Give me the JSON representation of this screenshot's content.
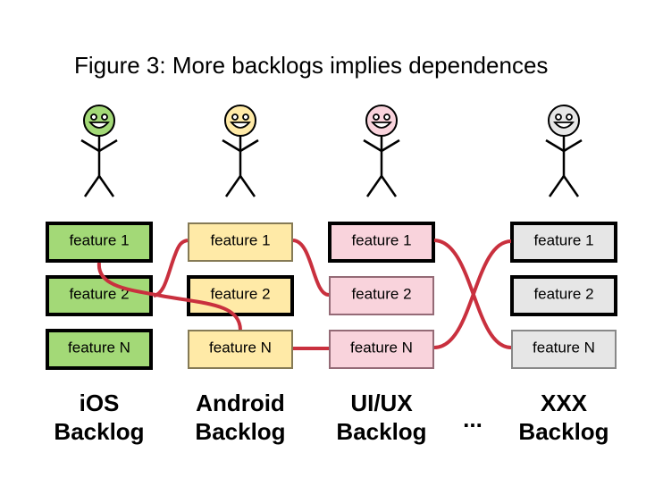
{
  "title": "Figure 3: More backlogs implies dependences",
  "ellipsis": "...",
  "colors": {
    "ios": "#a3d977",
    "android": "#ffeaa7",
    "uiux": "#f9d3dc",
    "xxx": "#e6e6e6",
    "link": "#c9303e"
  },
  "backlogs": [
    {
      "line1": "iOS",
      "line2": "Backlog",
      "features": [
        "feature 1",
        "feature 2",
        "feature N"
      ]
    },
    {
      "line1": "Android",
      "line2": "Backlog",
      "features": [
        "feature 1",
        "feature 2",
        "feature N"
      ]
    },
    {
      "line1": "UI/UX",
      "line2": "Backlog",
      "features": [
        "feature 1",
        "feature 2",
        "feature N"
      ]
    },
    {
      "line1": "XXX",
      "line2": "Backlog",
      "features": [
        "feature 1",
        "feature 2",
        "feature N"
      ]
    }
  ]
}
